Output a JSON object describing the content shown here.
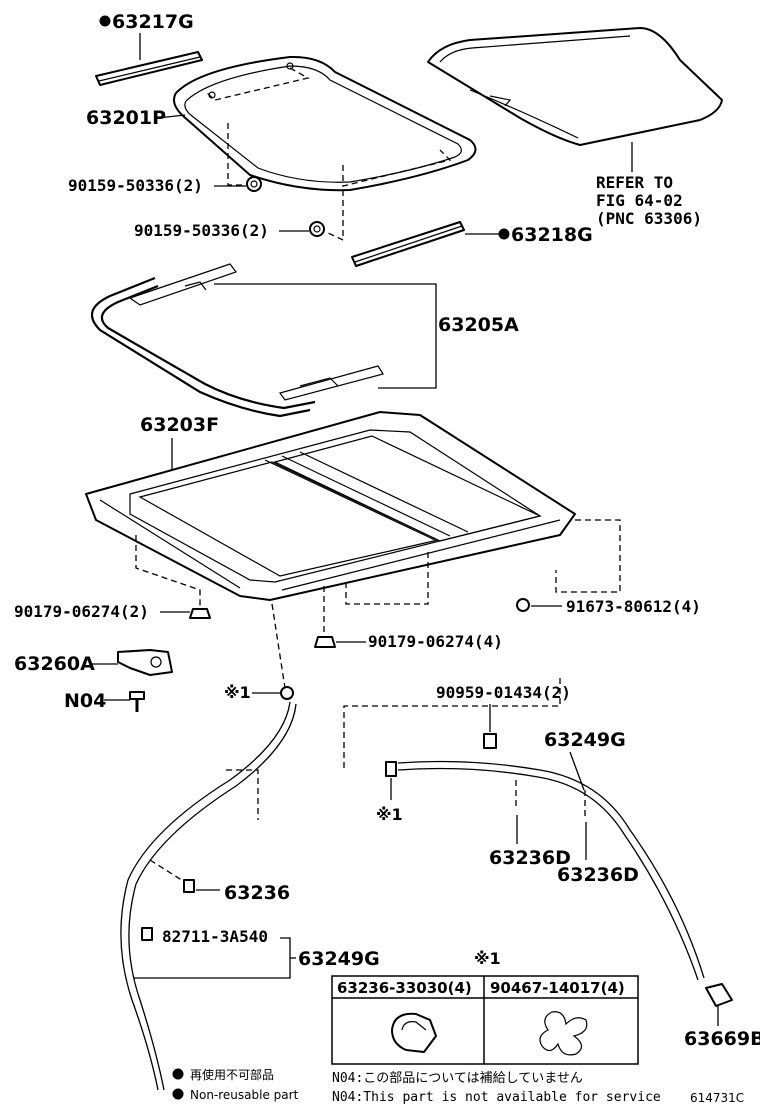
{
  "callouts": {
    "p63217g": "63217G",
    "p63201p": "63201P",
    "p90159a": "90159-50336(2)",
    "p90159b": "90159-50336(2)",
    "p63218g": "63218G",
    "refer_line1": "REFER TO",
    "refer_line2": "FIG 64-02",
    "refer_line3": "(PNC 63306)",
    "p63205a": "63205A",
    "p63203f": "63203F",
    "p90179a": "90179-06274(2)",
    "p91673": "91673-80612(4)",
    "p90179b": "90179-06274(4)",
    "p63260a": "63260A",
    "n04": "N04",
    "mark1a": "※1",
    "p90959": "90959-01434(2)",
    "p63249g_right": "63249G",
    "mark1b": "※1",
    "p63236d_a": "63236D",
    "p63236d_b": "63236D",
    "p63236": "63236",
    "p82711": "82711-3A540",
    "p63249g_left": "63249G",
    "p63669b": "63669B"
  },
  "table": {
    "mark": "※1",
    "col1": "63236-33030(4)",
    "col2": "90467-14017(4)"
  },
  "legend": {
    "jp": "再使用不可部品",
    "en": "Non-reusable part"
  },
  "notes": {
    "jp": "N04:この部品については補給していません",
    "en": "N04:This part is not available for service"
  },
  "figure_id": "614731C"
}
